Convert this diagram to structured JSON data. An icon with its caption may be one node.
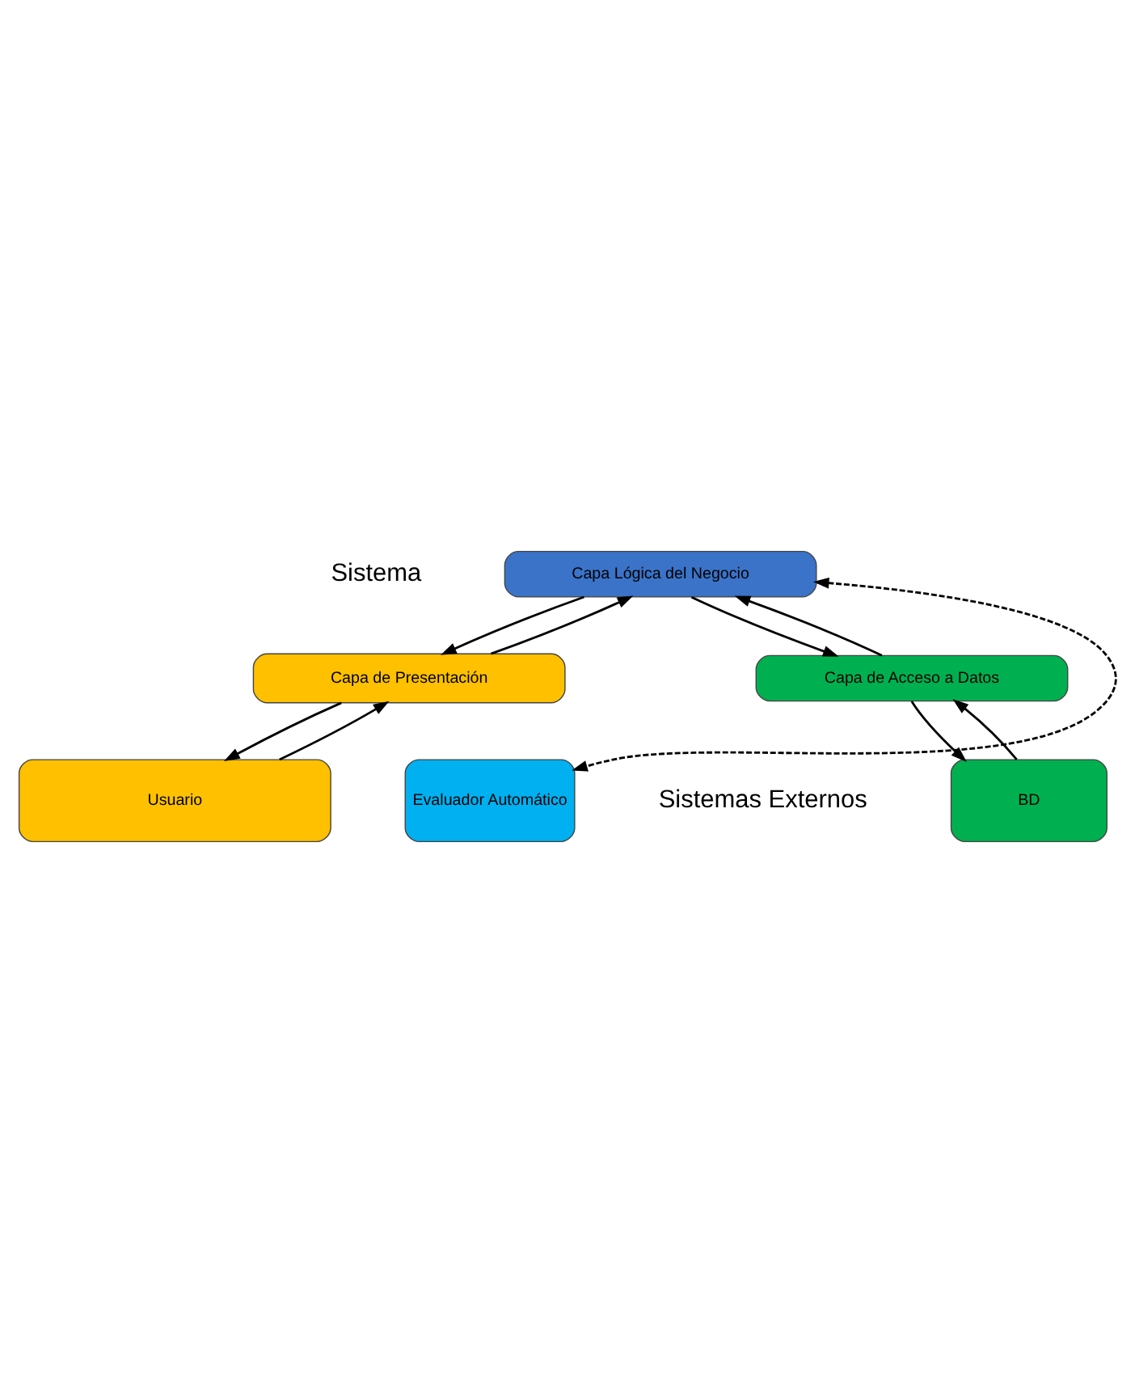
{
  "diagram": {
    "nodes": [
      {
        "text": [
          "Usuario"
        ]
      },
      {
        "text": [
          "Capa de Presentación"
        ]
      },
      {
        "text": [
          "Capa Lógica del Negocio"
        ]
      },
      {
        "text": [
          "Capa de Acceso a Datos"
        ]
      },
      {
        "text": [
          "BD"
        ]
      },
      {
        "text": [
          "Evaluador Automático"
        ]
      }
    ],
    "edges": [
      {
        "from": 0,
        "to": 1,
        "arrow": "to"
      },
      {
        "from": 1,
        "to": 0,
        "arrow": "to"
      },
      {
        "from": 1,
        "to": 2,
        "arrow": "to"
      },
      {
        "from": 2,
        "to": 1,
        "arrow": "to"
      },
      {
        "from": 2,
        "to": 3,
        "arrow": "to"
      },
      {
        "from": 3,
        "to": 2,
        "arrow": "to"
      },
      {
        "from": 3,
        "to": 4,
        "arrow": "to"
      },
      {
        "from": 4,
        "to": 3,
        "arrow": "to"
      },
      {
        "from": 2,
        "to": 5,
        "arrow": "both",
        "style": "dashed"
      }
    ],
    "labels": [
      "Sistema",
      "Sistemas Externos"
    ]
  }
}
